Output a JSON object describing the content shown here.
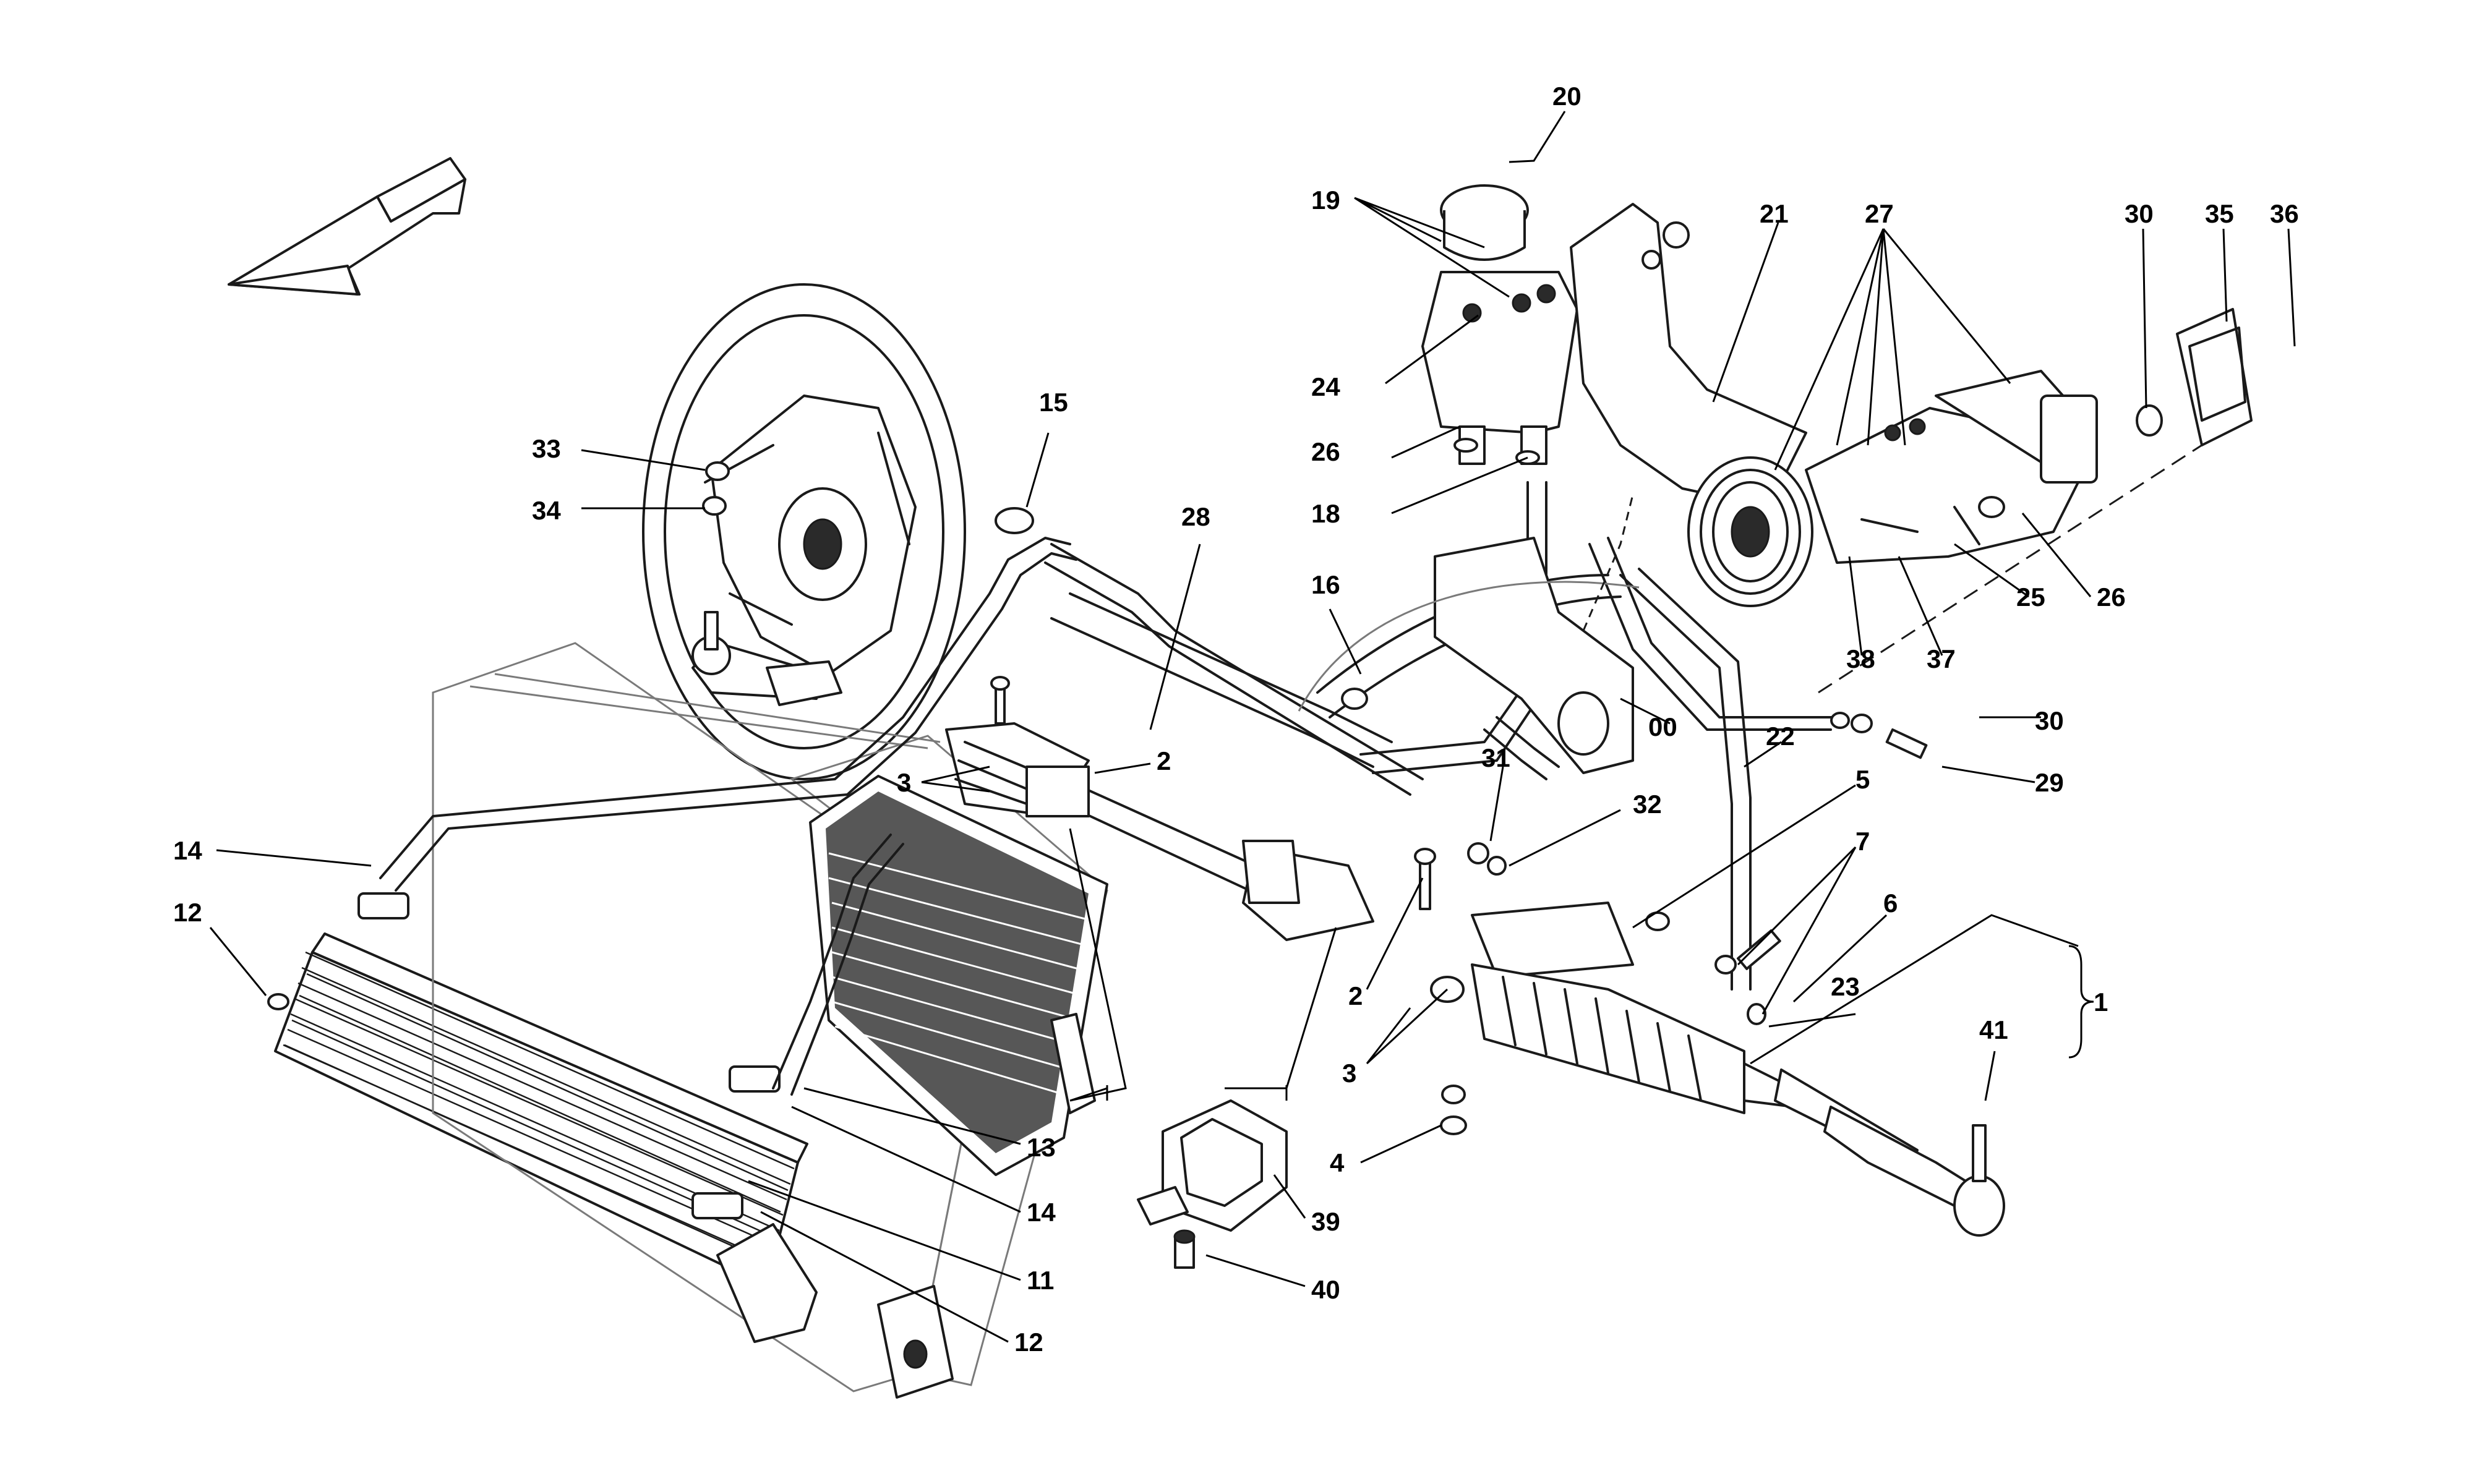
{
  "diagram": {
    "callouts": [
      "20",
      "19",
      "21",
      "27",
      "30",
      "35",
      "36",
      "24",
      "26",
      "18",
      "15",
      "28",
      "33",
      "34",
      "16",
      "25",
      "26",
      "38",
      "37",
      "00",
      "30",
      "22",
      "29",
      "31",
      "2",
      "5",
      "3",
      "32",
      "7",
      "6",
      "14",
      "12",
      "1",
      "2",
      "41",
      "23",
      "3",
      "4",
      "13",
      "14",
      "39",
      "11",
      "40",
      "12"
    ],
    "direction_arrow": "front-direction-arrow",
    "colors": {
      "line": "#1a1a1a",
      "background": "#ffffff",
      "shading": "#3a3a3a"
    }
  }
}
